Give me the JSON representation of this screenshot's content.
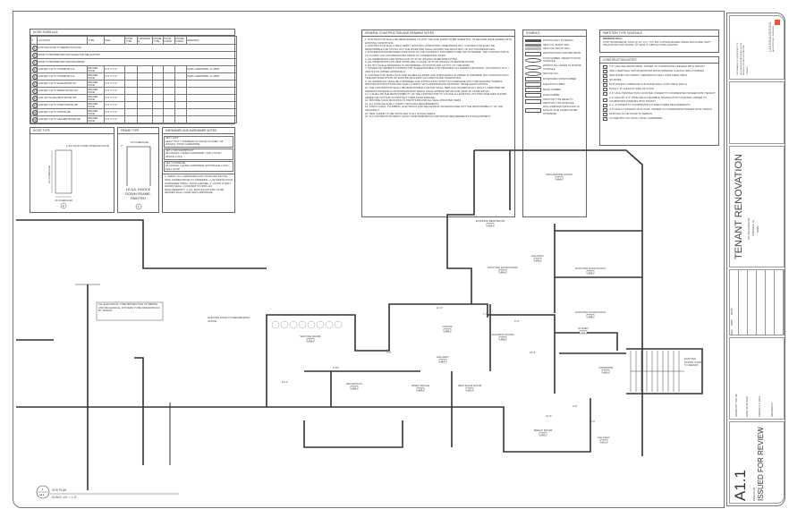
{
  "door_schedule": {
    "title": "DOOR SCHEDULE",
    "headers": [
      "#",
      "LOCATION",
      "TYPE",
      "SIZE",
      "DOOR TYPE",
      "HARDWARE",
      "FRAME TYPE",
      "DOOR FINISH",
      "FRAME FINISH",
      "REMARKS"
    ],
    "rows": [
      {
        "num": "1",
        "location": "EXISTING DOOR TO REMAIN IN PLACE",
        "type": "",
        "size": "",
        "remarks": "",
        "span": true
      },
      {
        "num": "2",
        "location": "DOOR TO BE REMOVED AND SAVED FOR RELOCATION",
        "type": "",
        "size": "",
        "remarks": "",
        "span": true
      },
      {
        "num": "3",
        "location": "DOOR TO BE REMOVED AND DISCARDED",
        "type": "",
        "size": "",
        "remarks": "",
        "span": true
      },
      {
        "num": "4",
        "location": "HALLWAY 114 TO CORRIDOR 113",
        "type": "REUSED DOOR",
        "size": "3'-0\" X 7'-0\"",
        "remarks": "PANIC HARDWARE, CLOSER"
      },
      {
        "num": "5",
        "location": "HALLWAY 114 TO CORRIDOR 113",
        "type": "REUSED DOOR",
        "size": "3'-0\" X 7'-0\"",
        "remarks": "PANIC HARDWARE, CLOSER"
      },
      {
        "num": "6",
        "location": "HALLWAY 114 TO EXAM ROOM 107",
        "type": "REUSED DOOR",
        "size": "3'-0\" X 7'-0\"",
        "remarks": ""
      },
      {
        "num": "7",
        "location": "HALLWAY 114 TO BREAK ROOM 104",
        "type": "REUSED DOOR",
        "size": "3'-0\" X 7'-0\"",
        "remarks": ""
      },
      {
        "num": "8",
        "location": "HALL 113 TO ADA REST ROOM 103",
        "type": "REUSED DOOR",
        "size": "3'-0\" X 7'-0\"",
        "remarks": ""
      },
      {
        "num": "9",
        "location": "HALLWAY 114 TO OPEN OFFICE 105",
        "type": "REUSED DOOR",
        "size": "3'-0\" X 7'-0\"",
        "remarks": ""
      },
      {
        "num": "10",
        "location": "HALLWAY 114 TO OFFICE 106",
        "type": "REUSED DOOR",
        "size": "3'-0\" X 7'-0\"",
        "remarks": ""
      },
      {
        "num": "11",
        "location": "HALLWAY 114 TO ADA RESTROOM 106",
        "type": "REUSED DOOR",
        "size": "3'-0\" X 7'-0\"",
        "remarks": ""
      }
    ]
  },
  "door_type": {
    "title": "DOOR TYPE",
    "label_top": "1-3/4 SOLID CORE INTERIOR DOOR",
    "label_height": "AS SCHEDULED",
    "label_width": "AS SCHEDULED",
    "symbol": "A"
  },
  "frame_type": {
    "title": "FRAME TYPE",
    "label_top": "AS SCHEDULED",
    "label_dim": "2\"",
    "label_bottom": "16 GA. KNOCK DOWN FRAME, PAINTED",
    "symbol": "1"
  },
  "hardware": {
    "title": "HARDWARE AND HARDWARE NOTES",
    "sets": [
      {
        "name": "SET 1 EXIT",
        "items": "HEAVY DUTY COMMERCIAL DOOR CLOSER / 1B HINGES / PANIC HARDWARE"
      },
      {
        "name": "SET 2 OFFICE/PRIVACY",
        "items": "1B HINGES / LEVER HARDWARE / WALL STOP / OFFICE LOCK"
      },
      {
        "name": "SET 3 STORAGE",
        "items": "1B HINGES / LEVER HARDWARE W/STORAGE LOCK / WALL STOP"
      }
    ],
    "notes": "1. VERIFY ALL HARDWARE FUNCTIONS AND KEYING WITH OWNER PRIOR TO ORDERING. 2. INTERIOR DOOR HARDWARE FINISH: SATIN CHROME. 3. LOCKS AT EXIT DOORS SHALL CONFORM TO NFPA 101 REQUIREMENTS. 4. ALL EXISTING DOORS TO BE REUSED SHALL HAVE NEW HARDWARE."
  },
  "general_notes": {
    "title": "GENERAL CONSTRUCTION AND DRAWING NOTES",
    "items": [
      "1. CONTRACTOR SHALL BE RESPONSIBLE TO VISIT THE SITE PRIOR TO BID SUBMITTAL TO BECOME FAMILIARIZED WITH EXISTING CONDITIONS.",
      "2. CONTRACTOR SHALL FIELD VERIFY EXISTING CONDITIONS, DIMENSIONS ETC. CONTRACTOR SHALL BE RESPONSIBLE FOR LAYING OUT THE WORK AND SHALL INFORM THE ARCHITECT OF ANY DISCREPANCIES.",
      "3. DISCREPANCIES BETWEEN PORTIONS OF THE CONTRACT DOCUMENTS ARE NOT INTENDED. THE CONTRACTOR IS TO CLARIFY ANY DISCREPANCIES PRIOR TO COMMENCING WORK.",
      "4. ALL DIMENSIONS ARE FROM FACE OF STUD UNLESS OTHERWISE NOTED.",
      "5. ALL DIMENSIONS FOR NEW WORK ARE TO FACE OF STUD UNLESS OTHERWISE NOTED.",
      "6. DO NOT SCALE DRAWINGS TO DETERMINE LOCATIONS AND LAYOUT OF THE WORK.",
      "7. OWNER OR OWNER'S CONTRACTOR IS RESPONSIBLE FOR OBTAINING ALL PERMITS (BUILDING, OCCUPANCY ETC.) AND IS FOR OWNER APPROVALS.",
      "8. CONTRACTOR SHALL PLAN AND SCHEDULE WORK AND PURCHASING IN ORDER TO MINIMIZE THE CONSTRUCTION TIME AND DISRUPTION OF EXISTING BUILDING OCCUPANTS AND OPERATIONS.",
      "9. ALL MATERIALS SHALL BE FURNISHED AND INSTALLED IN STRICT ACCORDANCE WITH THE MANUFACTURER'S WRITTEN INSTRUCTIONS AND SHALL COMPLY WITH APPROPRIATE NATIONAL TRADE ASSOCIATIONS.",
      "10. THE CONTRACTOR SHALL BE RESPONSIBLE FOR AND SHALL REPLACE OR REPAIR ANY FAULTY, IMPROPER OR INFERIOR MATERIALS OR WORKMANSHIP WHICH SHALL APPEAR WITHIN ONE YEAR OF COMPLETION.",
      "11. IT SHALL BE THE RESPONSIBILITY OF THE CONTRACTOR TO LOCATE ALL EXISTING UTILITIES WHETHER SHOWN HEREIN OR NOT AND TO PROTECT THEM FROM DAMAGE.",
      "12. PROVIDE SOLID BLOCKING IN PARTITIONS FOR ALL WALL MOUNTED ITEMS.",
      "13. ALL SIGNAGE SHALL COMPLY WITH ADA REQUIREMENTS.",
      "14. STRUCTURAL, PLUMBING, ELECTRICAL AND MECHANICAL DRAWINGS ARE NOT THE RESPONSIBILITY OF THE ARCHITECT.",
      "15. NEW CARPET TO BE INSTALLED IN ALL OFFICE AREAS.",
      "16. ALL CONTRACTOR VERIFY EXACT SIZE DIMENSIONS AND SPACE REQUIREMENTS FOR EQUIPMENT."
    ]
  },
  "symbols": {
    "title": "SYMBOLS",
    "items": [
      "EXISTING WALL TO REMAIN",
      "NEW FULL HEIGHT WALL",
      "NEW HALF HEIGHT WALL",
      "ARCHITECTURAL FEATURE ABOVE",
      "DOOR NUMBER / REFER TO DOOR SCHEDULE",
      "WINDOW TAG / REFER TO WINDOW SCHEDULE",
      "SECTION TAG",
      "ROOM NAME / ROOM NUMBER",
      "ELEVATION SYMBOL",
      "DETAIL NUMBER",
      "PAGE NUMBER",
      "PARTITION TYPE REFER TO PARTITION TYPE SCHEDULE",
      "WALL DIMENSION FROM FACE TO FACE OF STUD UNLESS NOTED OTHERWISE"
    ]
  },
  "partition_schedule": {
    "title": "PARTITION TYPE SCHEDULE",
    "name": "INTERIOR WALL",
    "desc": "3-5/8\" WOOD/METAL STUD @ 16\" O.C. TYP. 5/8\" GYPSUM BOARD FINISH EACH SIDE. BATT INSULATION FOR SOUND. 12\" WALL 6\" ABOVE FINISH CEILING."
  },
  "construction_notes": {
    "title": "CONSTRUCTION NOTES",
    "items": [
      "3'-6\" HIGH MILLWORK DESK, OWNER TO COORDINATE FINISHES WITH TENANT",
      "INFILL NEW WALL WITHIN EXISTING DOOR OPENING & MATCH WALL FINISHES",
      "NEW RATED OCCUPANCY SEPARATION WALL (FOR TABLE 508.4)",
      "NO WORK",
      "EXIT ACCESS CORRIDOR 8 HR RATED WALL (FOR TABLE 1020.1)",
      "BUILD 1'-8\" CLEAR AT SIDE OF DOOR",
      "3'-6\" HIGH TRANSACTION COUNTER, OWNER TO COORDINATE FINISHES WITH TENANT",
      "2'-6\" HIGH BY 3'-0\" WIDE ADA ACCESSIBLE TRANSACTION COUNTER, OWNER TO COORDINATE FINISHES WITH TENANT",
      "G.C. & OWNER TO COORDINATE FUTURE POWER REQUIREMENTS",
      "3'-0\" HIGH LOCKSMITH WITH SINK, OWNER TO COORDINATE FINISHES WITH TENANT",
      "EXISTING 1/2 HR DOOR TO REMAIN",
      "CLOSER BUT NO LATCH, PANIC HARDWARE"
    ]
  },
  "plan": {
    "note_box": "ALL ELECTRICAL, FIRE PROTECTION, PLUMBING AND MECHANICAL SYSTEMS TO BE DESIGN BUILD BY TENANT",
    "existing_door_note": "EXISTING DOOR TO NEIGHBORING OFFICE",
    "stair_note": "EXISTING STAIRS, STAIR TO REMAIN",
    "rooms": [
      {
        "name": "WAITING ROOM",
        "num": "101"
      },
      {
        "name": "RECEPTION",
        "num": "102"
      },
      {
        "name": "OPEN OFFICE",
        "num": "105"
      },
      {
        "name": "OFFICE",
        "num": "106"
      },
      {
        "name": "HALLWAY",
        "num": "114"
      },
      {
        "name": "ADA REST ROOM",
        "num": "103"
      },
      {
        "name": "NEW EXAM ROOM",
        "num": "107"
      },
      {
        "name": "PROCEDURE ROOM",
        "num": "112"
      },
      {
        "name": "EXISTING RESTROOM",
        "num": "111"
      },
      {
        "name": "EXISTING EXAM ROOM",
        "num": "110"
      },
      {
        "name": "HALLWAY",
        "num": "115"
      },
      {
        "name": "EXISTING EXAM ROOM",
        "num": "109"
      },
      {
        "name": "EXISTING EXAM ROOM",
        "num": "108"
      },
      {
        "name": "CLOSET",
        "num": "116"
      },
      {
        "name": "CORRIDOR",
        "num": "113"
      },
      {
        "name": "BREAK ROOM",
        "num": "104"
      },
      {
        "name": "HALLWAY",
        "num": "117"
      }
    ],
    "dims": [
      "19'-0\"",
      "12'-0\"",
      "5'-10\"",
      "4'-0\"",
      "6'-4\"",
      "13'-6\"",
      "7'-3\"",
      "10'-0\"",
      "8'-0\"",
      "3'-0\""
    ],
    "caption_title": "SITE PLAN",
    "caption_scale": "SCALE: 1/4\" = 1'-0\"",
    "caption_tag_num": "1",
    "caption_tag_sheet": "A1.1"
  },
  "title_block": {
    "sheet_number": "A1.1",
    "sheet_name": "SITE PLAN",
    "status": "ISSUED FOR REVIEW",
    "drawn_by": "Drawn by: SM, ML",
    "date": "Date: 03.28.2019",
    "project": "Project #: 1831",
    "revision": "Revision #:",
    "rev_headers": [
      "REV",
      "DATE",
      "DESC"
    ],
    "project_title": "TENANT RENOVATION",
    "address1": "215 TOLLGATE RD",
    "address2": "WARWICK, RI",
    "address3": "02886",
    "firm": "LACHINA DESIGN",
    "firm_tag": "ARCHITECTURE + INTERIORS",
    "firm_info": "THIS DRAWING IS THE PROPERTY OF LACHINA DESIGN AND SHALL NOT BE REPRODUCED WITHOUT WRITTEN CONSENT",
    "brand_color": "#e8553a"
  }
}
